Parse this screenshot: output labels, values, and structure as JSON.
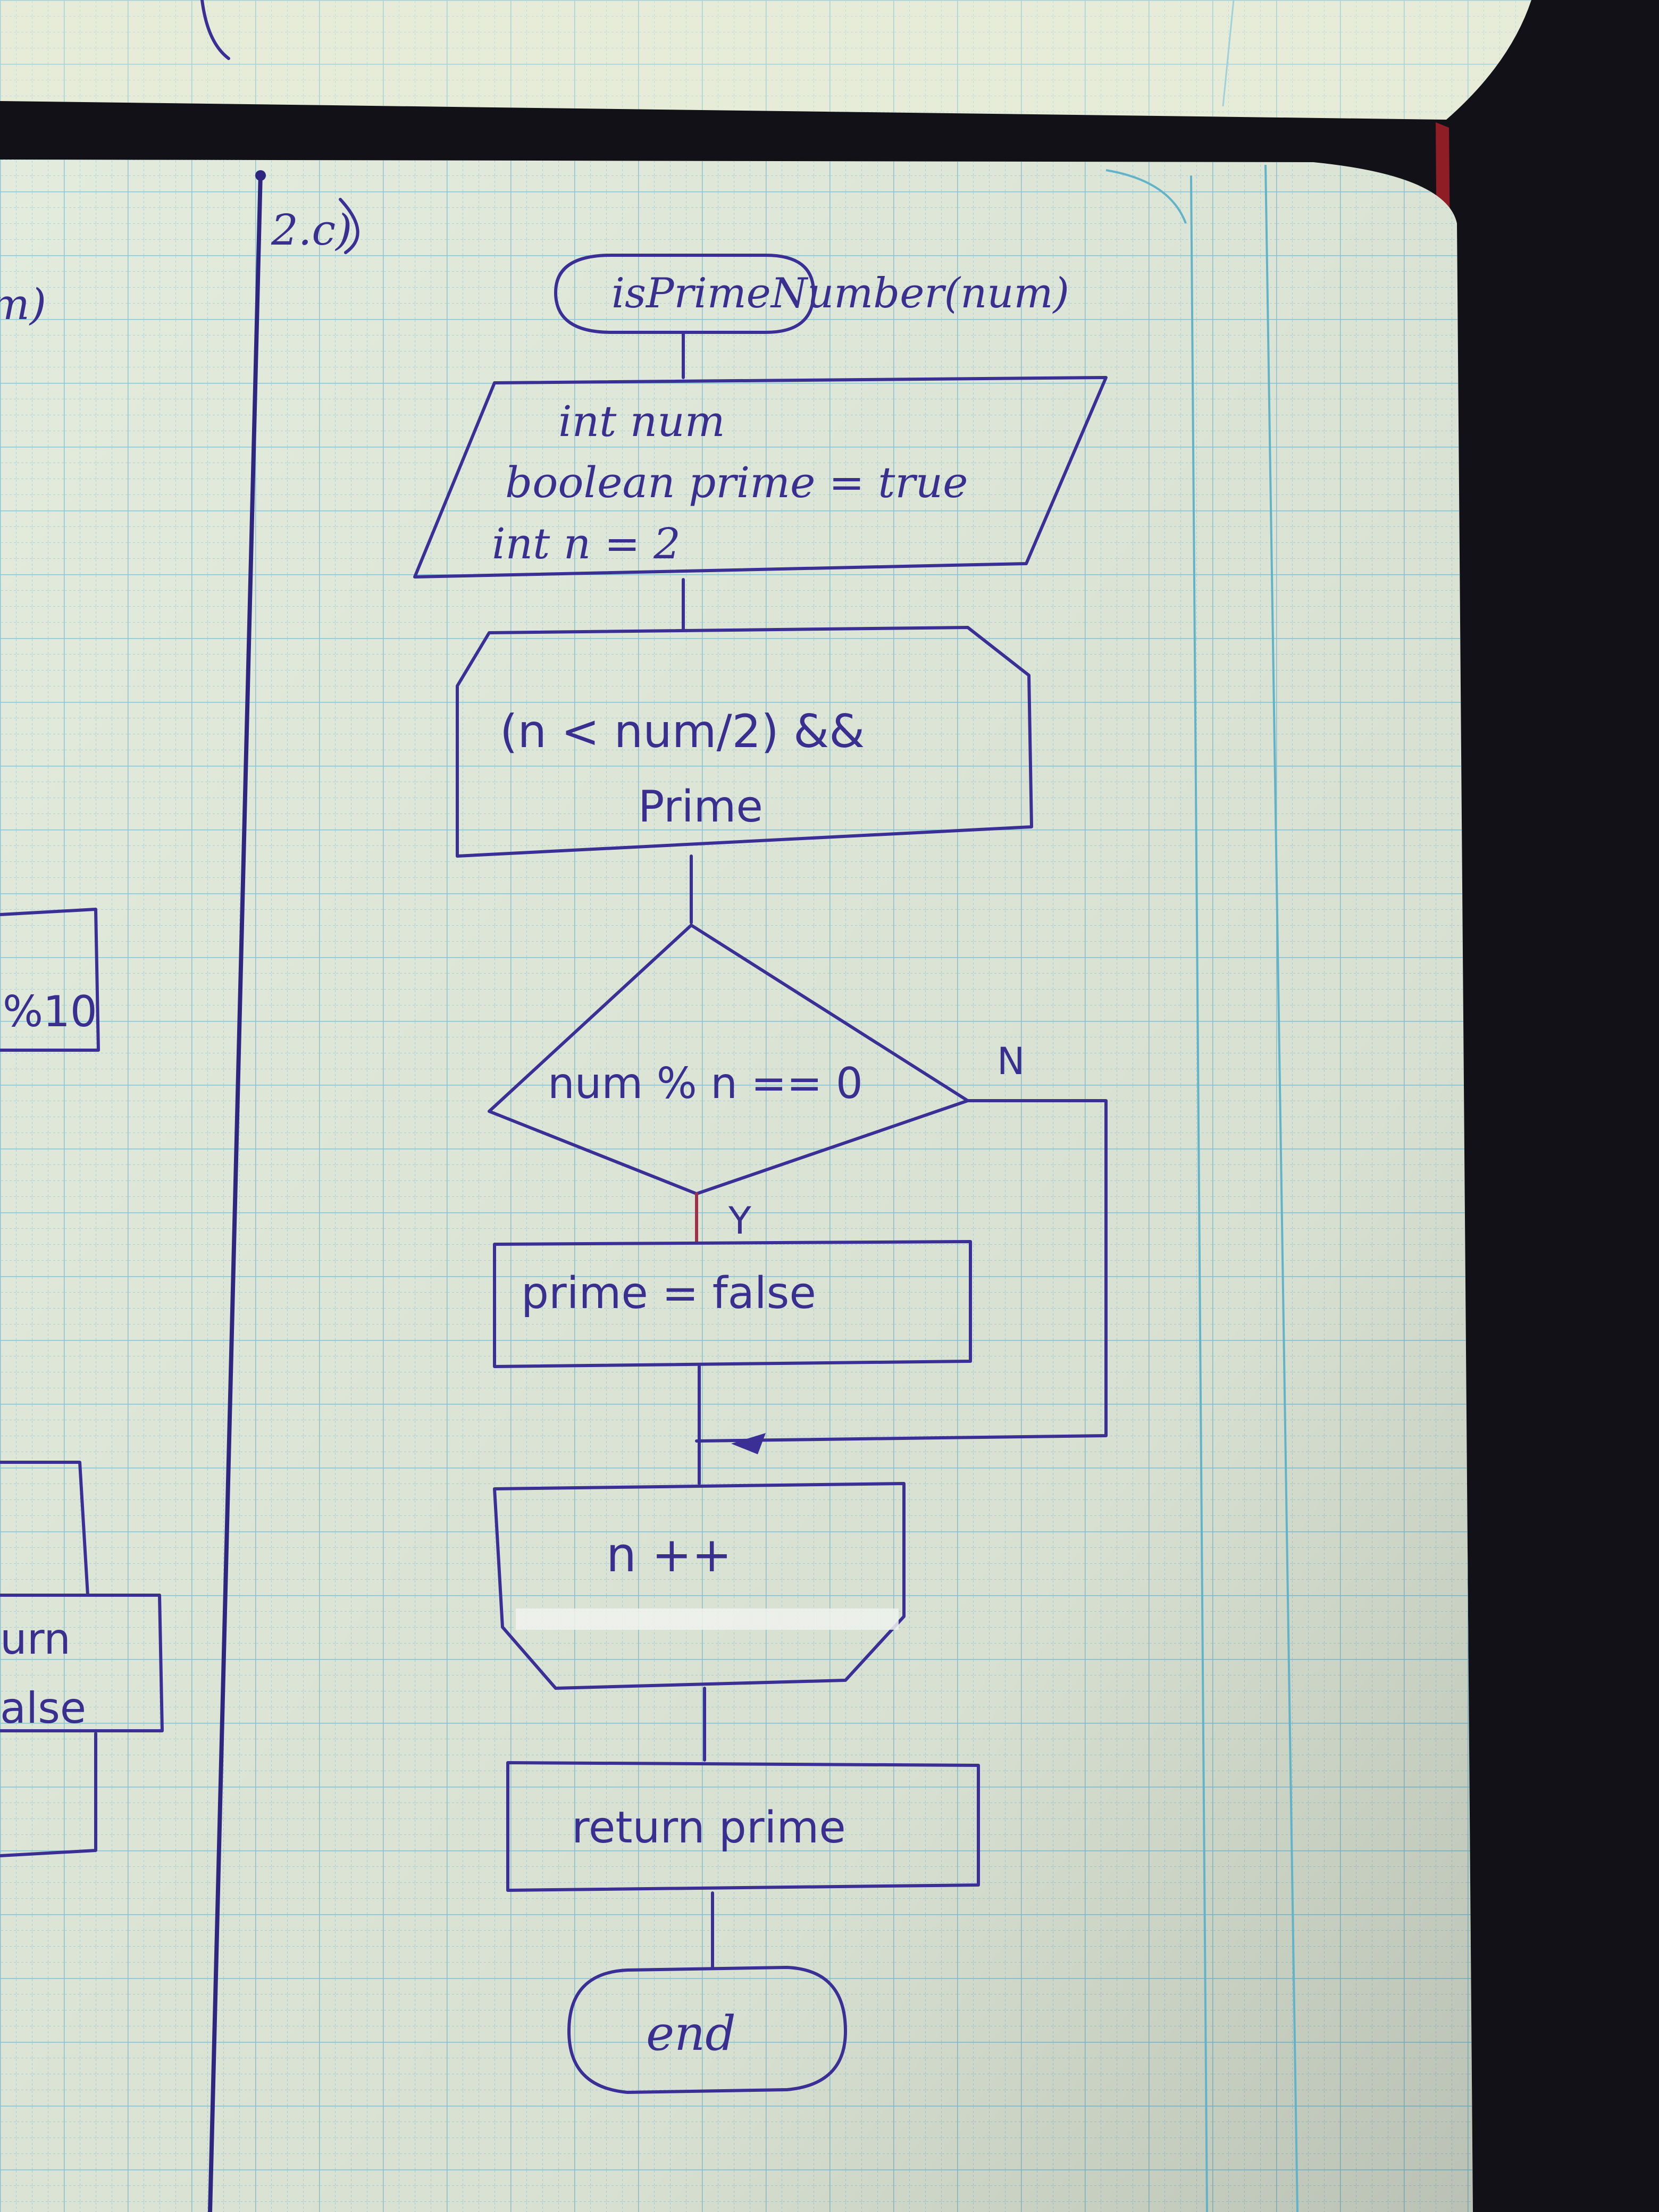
{
  "section_label": "2.c)",
  "flowchart": {
    "start": "isPrimeNumber(num)",
    "declarations": [
      "int num",
      "boolean prime = true",
      "int n = 2"
    ],
    "loop_condition": [
      "(n < num/2) &&",
      "Prime"
    ],
    "decision": "num % n == 0",
    "branch_no": "N",
    "branch_yes": "Y",
    "assign": "prime = false",
    "increment": "n ++",
    "return_step": "return prime",
    "end": "end"
  },
  "left_page_fragments": {
    "top_fragment": "m)",
    "mid_fragment": "%10",
    "return_line1": "urn",
    "return_line2": "alse"
  },
  "colors": {
    "ink": "#3b2f95",
    "paper": "#e3ecdc",
    "grid": "#9fd0dc",
    "background": "#121117"
  }
}
